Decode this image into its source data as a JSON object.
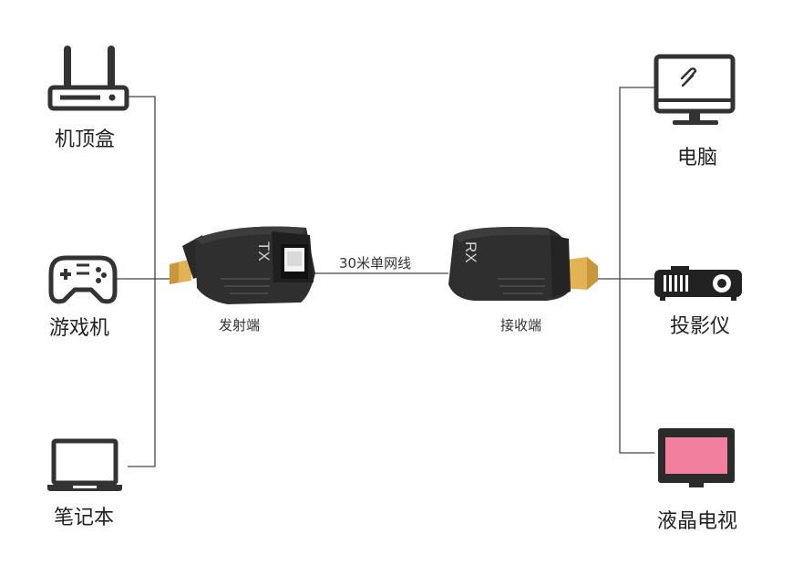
{
  "sources": [
    {
      "label": "机顶盒",
      "icon": "router-icon"
    },
    {
      "label": "游戏机",
      "icon": "gamepad-icon"
    },
    {
      "label": "笔记本",
      "icon": "laptop-icon"
    }
  ],
  "transmitter": {
    "label": "发射端",
    "mark": "TX"
  },
  "cable": {
    "label": "30米单网线"
  },
  "receiver": {
    "label": "接收端",
    "mark": "RX"
  },
  "displays": [
    {
      "label": "电脑",
      "icon": "monitor-icon"
    },
    {
      "label": "投影仪",
      "icon": "projector-icon"
    },
    {
      "label": "液晶电视",
      "icon": "tv-icon"
    }
  ],
  "colors": {
    "screen_pink": "#f27f9e",
    "connector_gold": "#e3b253",
    "device_dark": "#2b2b2b"
  }
}
